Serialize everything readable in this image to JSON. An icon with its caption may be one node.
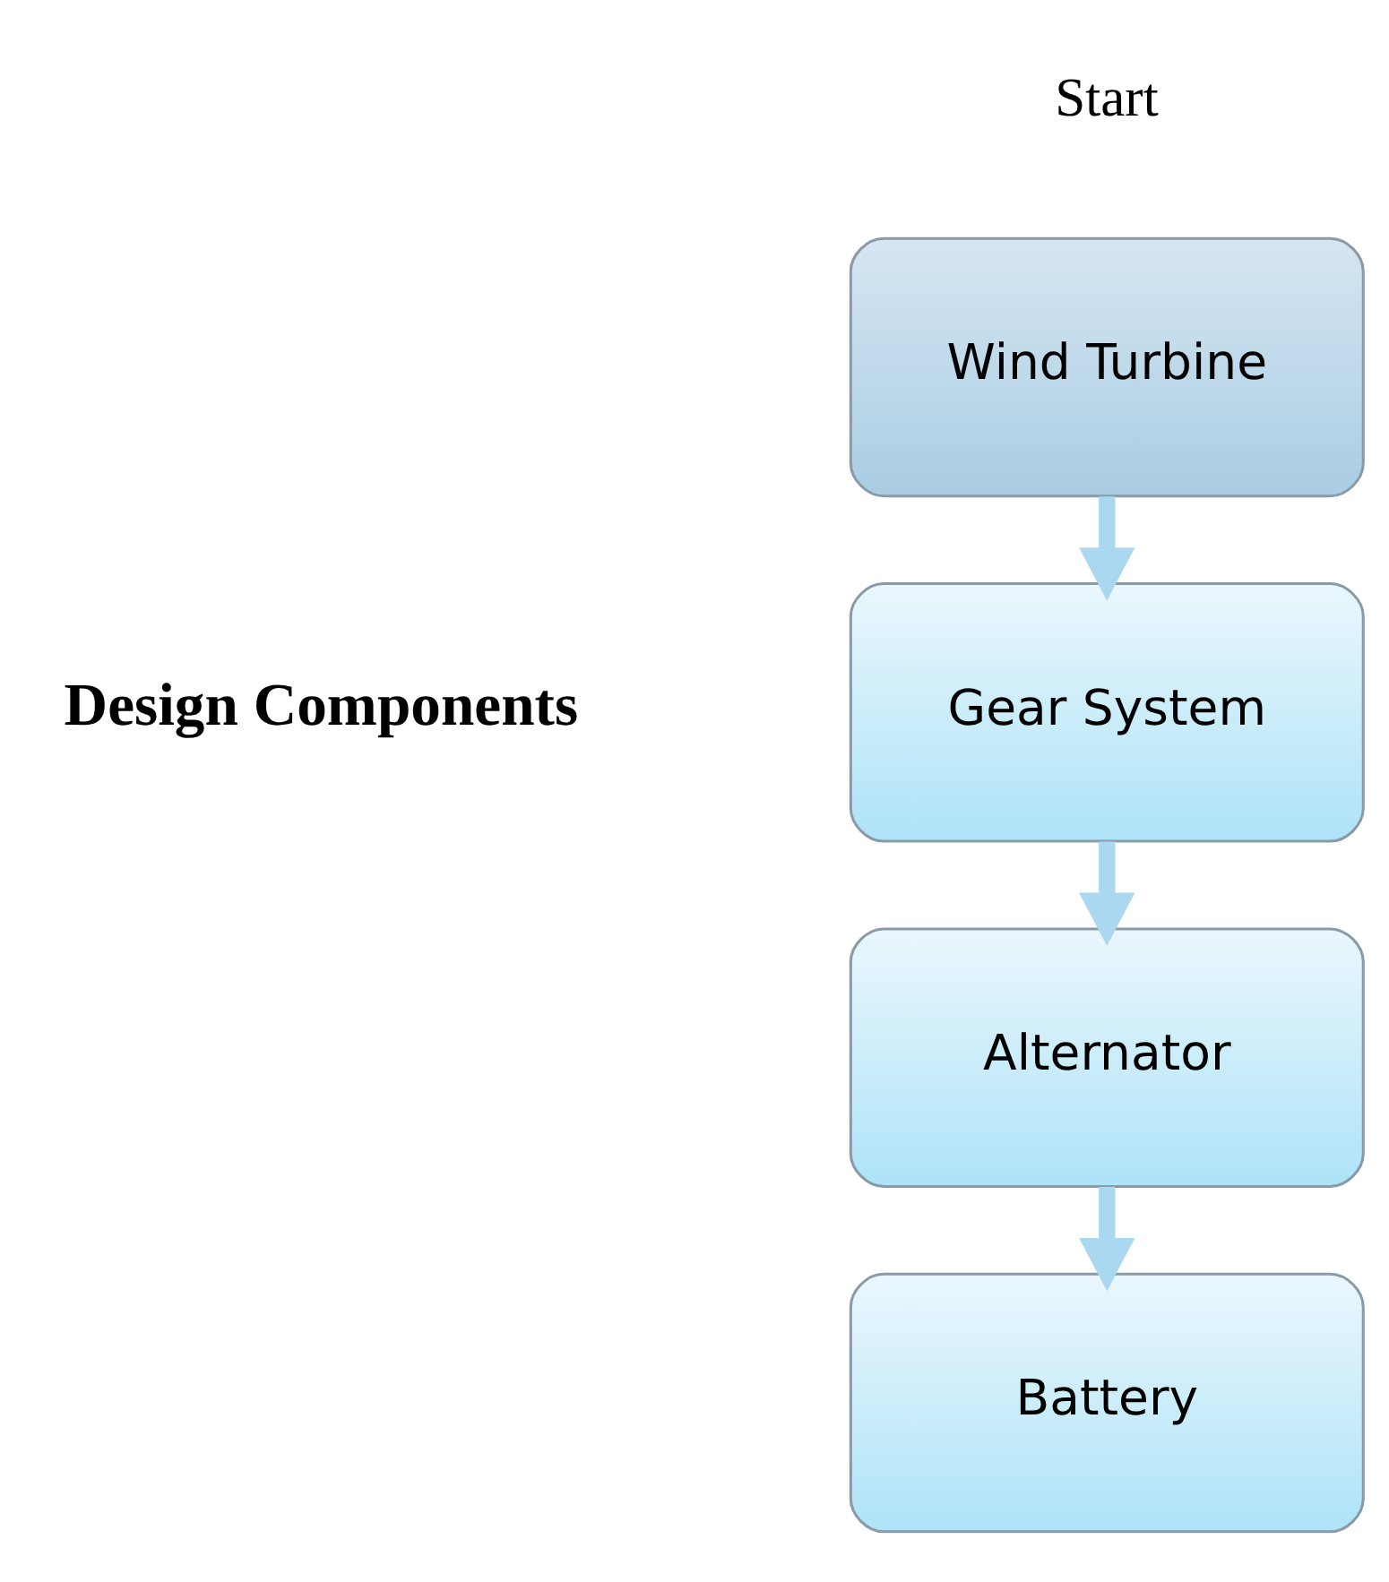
{
  "diagram": {
    "nodes": [
      {
        "text": [
          "Wind Turbine"
        ]
      },
      {
        "text": [
          "Gear System"
        ]
      },
      {
        "text": [
          "Alternator"
        ]
      },
      {
        "text": [
          "Battery"
        ]
      }
    ],
    "edges": [
      {
        "from": 0,
        "to": 1,
        "arrow": "to"
      },
      {
        "from": 1,
        "to": 2,
        "arrow": "to"
      },
      {
        "from": 2,
        "to": 3,
        "arrow": "to"
      }
    ],
    "labels": [
      "Start",
      "Design Components"
    ]
  }
}
